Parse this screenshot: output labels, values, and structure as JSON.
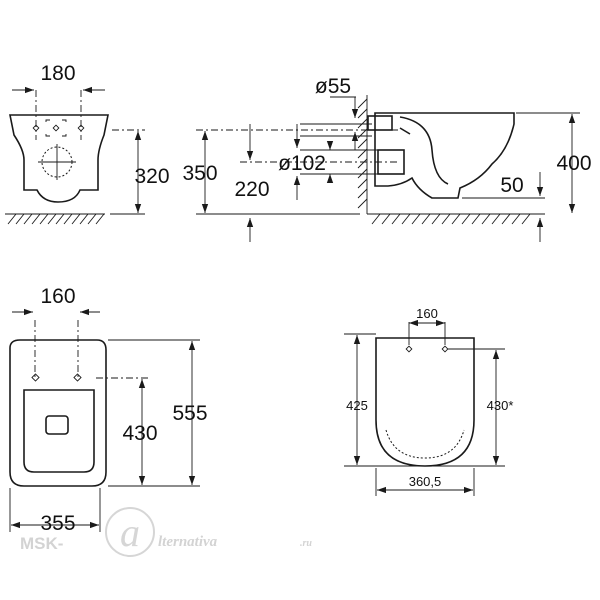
{
  "front_view": {
    "width_top": "180",
    "height": "320"
  },
  "side_view": {
    "pipe_dia": "ø55",
    "outlet_dia": "ø102",
    "height_350": "350",
    "height_220": "220",
    "height_400": "400",
    "height_50": "50"
  },
  "top_view": {
    "hole_spacing": "160",
    "length_430": "430",
    "length_555": "555",
    "width": "355"
  },
  "seat_view": {
    "hole_spacing": "160",
    "length_425": "425",
    "length_430": "430*",
    "width": "360,5"
  },
  "watermark": {
    "prefix": "MSK-",
    "logo_letter": "a",
    "suffix": "lternativa",
    "tld": ".ru"
  }
}
